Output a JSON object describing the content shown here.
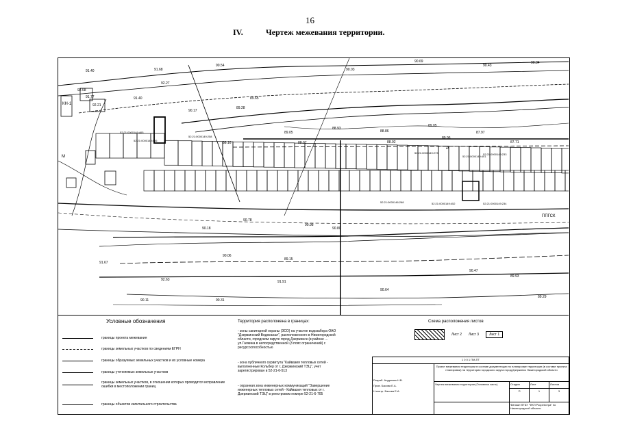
{
  "page_number": "16",
  "heading": {
    "num": "IV.",
    "title": "Чертеж межевания территории."
  },
  "drawing": {
    "labels": [
      "91.40",
      "91.68",
      "92.27",
      "90.69",
      "90.54",
      "90.03",
      "90.43",
      "90.34",
      "92.68",
      "91.77",
      "92.21",
      "91.40",
      "90.17",
      "89.65",
      "89.28",
      "88.93",
      "89.05",
      "88.86",
      "87.97",
      "87.71",
      "88.16",
      "88.37",
      "88.92",
      "89.96",
      "89.05",
      "90.18",
      "90.78",
      "90.98",
      "90.06",
      "89.15",
      "92.63",
      "91.67",
      "91.91",
      "90.47",
      "89.93",
      "89.29",
      "90.31",
      "90.11",
      "90.64",
      "90.80"
    ],
    "side_labels": {
      "left_kn": "КН-1",
      "right_ppgsk": "ППГСК"
    },
    "cadastral_numbers": [
      "52:21:0000149:465",
      "52:21:0000149:466",
      "52:21:0000149:258",
      "52:21:0000149:273",
      "52:21:0000149:401",
      "52:21:0000149:233",
      "52:21:0000146:268",
      "52:21:0000149:452",
      "52:21:0000149:234"
    ],
    "letter_a": "А"
  },
  "legend": {
    "title": "Условные обозначения",
    "items": [
      "границы проекта межевания",
      "границы земельных участков по сведениям ЕГРН",
      "границы образуемых земельных участков и их условные номера",
      "границы уточняемых земельных участков",
      "границы земельных участков, в отношении которых проводится исправление ошибки в местоположении границ",
      "границы объектов капитального строительства"
    ],
    "text_title": "Территория расположена в границах:",
    "text_paragraphs": [
      "- зоны санитарной охраны (ЗСО) на участке водозабора ОАО \"Дзержинский Водоканал\", расположенного в Нижегородской области, городском округе город Дзержинск (в районе ... ул.Галкина в непосредственной (3 пояс ограничений) с ресурсоспособностью",
      "- зона публичного сервитута \"Кайвазия тепловых сетей - выполненные Кольбер от г. Дзержинский ТЭЦ\", учет зарегистрирован в 52-21-6-513",
      "- охранная зона инженерных коммуникаций \"Завершение инженерных тепловых сетей - Кайвазия тепловых от г. Дзержинский ТЭЦ\" в реестровом номере 52-21-6-705"
    ],
    "scheme_title": "Схема расположения листов",
    "scheme_sheets": [
      "Лист 1",
      "Лист 2",
      "Лист 3"
    ],
    "stamp": {
      "code": "1 0 0 1 ПМ-ПТ",
      "project": "Проект межевания территории в составе документации по планировке территории (в составе проекта планировки) на территории городского округа город Дзержинск Нижегородской области",
      "drawing_name": "Чертеж межевания территории (Основная часть)",
      "stage": "П",
      "sheet": "1",
      "sheets": "3",
      "company": "Филиал ФГБУ \"ФКП Росреестра\" по Нижегородской области",
      "roles": [
        "Разраб.",
        "Пров.",
        "Н.контр."
      ],
      "names": [
        "Андреева Н.В.",
        "Басова Е.А.",
        "Басова Е.А."
      ],
      "cols": [
        "Стадия",
        "Лист",
        "Листов"
      ]
    }
  }
}
